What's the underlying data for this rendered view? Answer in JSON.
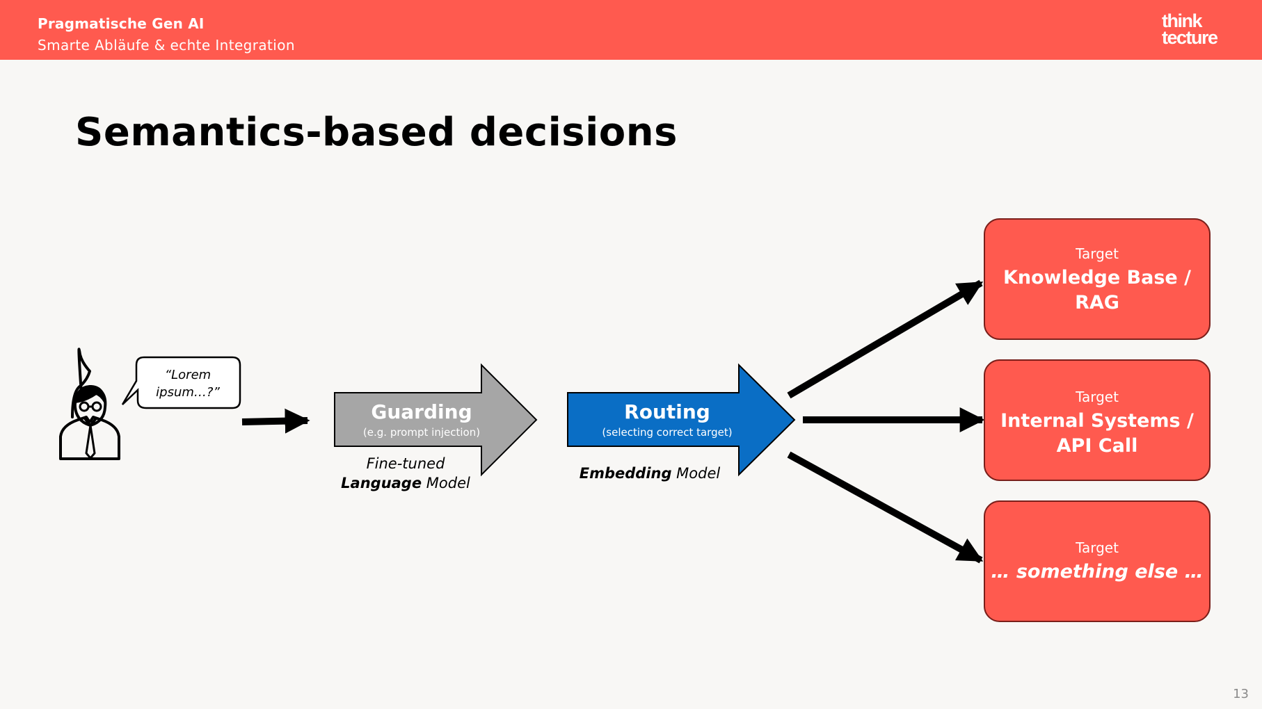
{
  "header": {
    "title": "Pragmatische Gen AI",
    "subtitle": "Smarte Abläufe & echte Integration",
    "logo_line1": "think",
    "logo_line2": "tecture"
  },
  "slide": {
    "title": "Semantics-based decisions",
    "page_number": "13"
  },
  "colors": {
    "header": "#ff5a4f",
    "guarding": "#a6a6a6",
    "routing": "#0a6ec5",
    "target": "#ff5a4f"
  },
  "diagram": {
    "speech_line1": "“Lorem",
    "speech_line2": "ipsum…?”",
    "guarding": {
      "title": "Guarding",
      "subtitle": "(e.g. prompt injection)",
      "caption_line1": "Fine-tuned",
      "caption_bold": "Language",
      "caption_rest": " Model"
    },
    "routing": {
      "title": "Routing",
      "subtitle": "(selecting correct target)",
      "caption_bold": "Embedding",
      "caption_rest": " Model"
    },
    "targets": [
      {
        "label": "Target",
        "line1": "Knowledge Base /",
        "line2": "RAG"
      },
      {
        "label": "Target",
        "line1": "Internal Systems /",
        "line2": "API Call"
      },
      {
        "label": "Target",
        "line1": "… something else …"
      }
    ]
  }
}
